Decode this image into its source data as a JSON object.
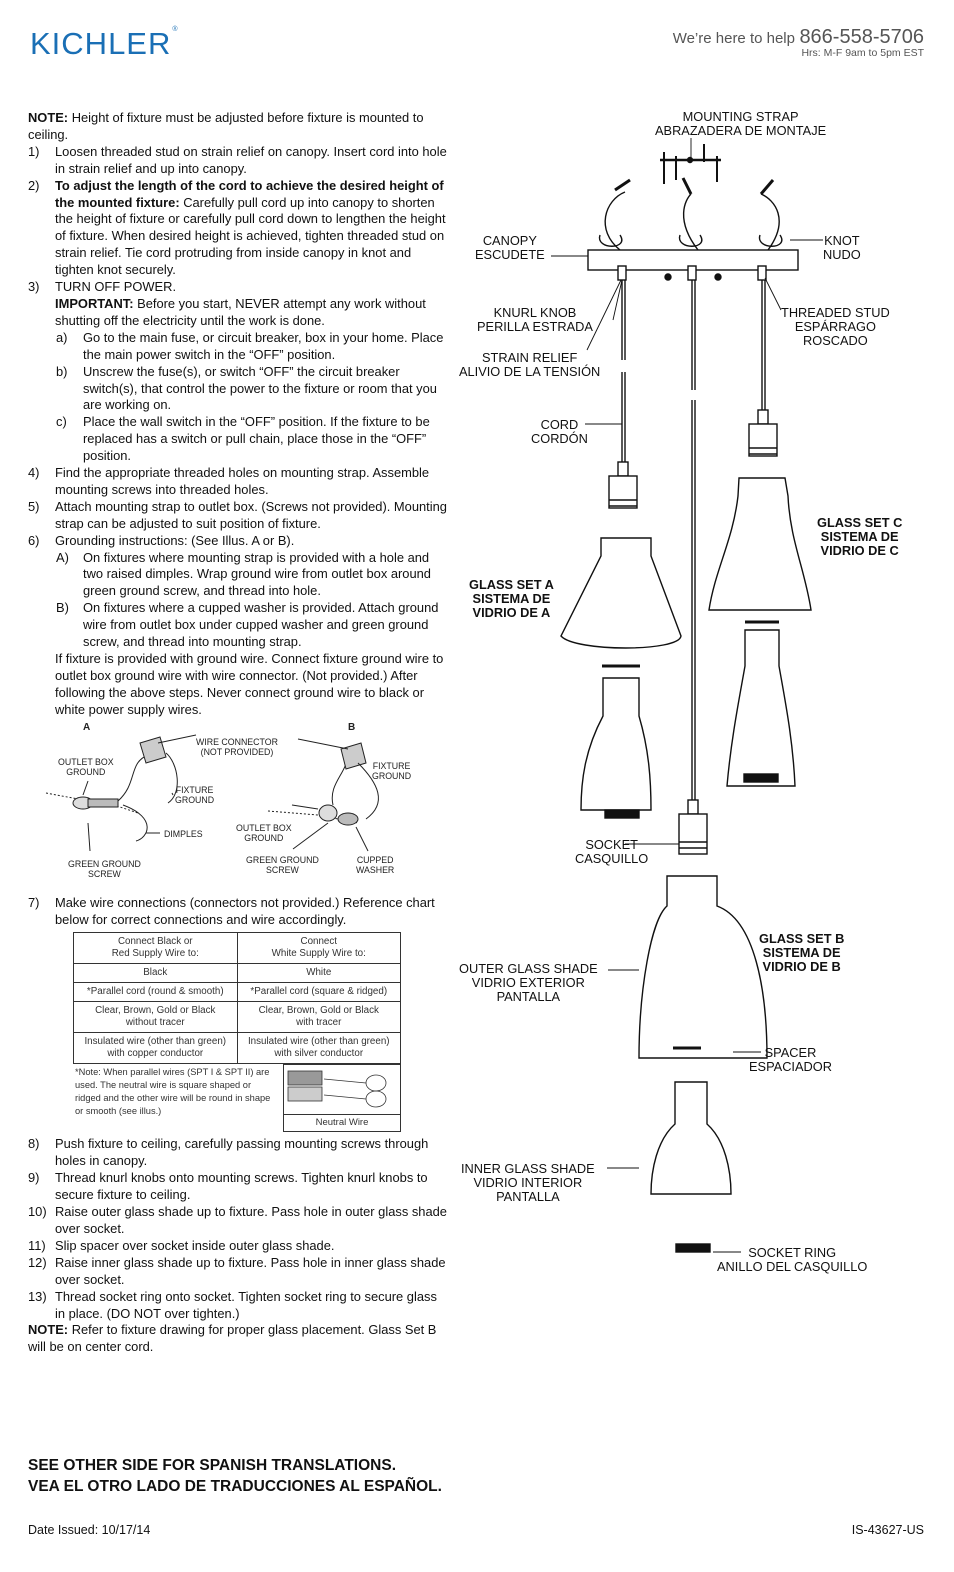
{
  "header": {
    "brand": "KICHLER",
    "brand_mark": "®",
    "help_text": "We’re here to help",
    "phone": "866-558-5706",
    "hours": "Hrs: M-F 9am to 5pm EST"
  },
  "instructions": {
    "note_intro_label": "NOTE:",
    "note_intro": " Height of fixture must be adjusted before fixture is mounted to ceiling.",
    "step1_num": "1)",
    "step1": "Loosen threaded stud on strain relief on canopy. Insert cord into hole in strain relief and up into canopy.",
    "step2_num": "2)",
    "step2_bold": "To adjust the length of the cord to achieve the desired height of the mounted fixture:",
    "step2": " Carefully pull cord up into canopy to shorten the height of fixture or carefully pull cord down to lengthen the height of fixture. When desired height is achieved, tighten threaded stud on strain relief. Tie cord protruding from inside canopy in knot and tighten knot securely.",
    "step3_num": "3)",
    "step3": "TURN OFF POWER.",
    "step3_important_label": "IMPORTANT:",
    "step3_important": " Before you start, NEVER attempt any work without shutting off the electricity until the work is done.",
    "step3a_num": "a)",
    "step3a": "Go to the main fuse, or circuit breaker, box in your home. Place the main power switch in the “OFF” position.",
    "step3b_num": "b)",
    "step3b": "Unscrew the fuse(s), or switch “OFF” the circuit breaker switch(s), that control the power to the fixture or room that you are working on.",
    "step3c_num": "c)",
    "step3c": "Place the wall switch in the “OFF” position. If the fixture to be replaced has a switch or pull chain, place those in the “OFF” position.",
    "step4_num": "4)",
    "step4": "Find the appropriate threaded holes on mounting strap. Assemble mounting screws into threaded holes.",
    "step5_num": "5)",
    "step5": "Attach mounting strap to outlet box. (Screws not provided). Mounting strap can be adjusted to suit position of fixture.",
    "step6_num": "6)",
    "step6": "Grounding instructions: (See Illus. A or B).",
    "step6a_num": "A)",
    "step6a": "On fixtures where mounting strap is provided with a hole and two raised dimples. Wrap ground wire from outlet box around green ground screw, and thread into hole.",
    "step6b_num": "B)",
    "step6b": "On fixtures where a cupped washer is provided. Attach ground wire from outlet box under cupped washer and green ground screw, and thread into mounting strap.",
    "step6_extra": "If fixture is provided with ground wire. Connect fixture ground wire to outlet box ground wire with wire connector. (Not provided.) After following the above steps. Never connect ground wire to black or white power supply wires.",
    "step7_num": "7)",
    "step7": "Make wire connections (connectors not provided.) Reference chart below for correct connections and wire accordingly.",
    "step8_num": "8)",
    "step8": "Push fixture to ceiling, carefully passing mounting screws through holes in canopy.",
    "step9_num": "9)",
    "step9": "Thread knurl knobs onto mounting screws. Tighten knurl knobs to secure fixture to ceiling.",
    "step10_num": "10)",
    "step10": "Raise outer glass shade up to fixture. Pass hole in outer glass shade over socket.",
    "step11_num": "11)",
    "step11": "Slip spacer over socket inside outer glass shade.",
    "step12_num": "12)",
    "step12": "Raise inner glass shade up to fixture. Pass hole in inner glass shade over socket.",
    "step13_num": "13)",
    "step13": "Thread socket ring onto socket. Tighten socket ring to secure glass in place. (DO NOT over tighten.)",
    "note_end_label": "NOTE:",
    "note_end": " Refer to fixture drawing for proper glass placement. Glass Set B will be on center cord."
  },
  "wiring_illus": {
    "label_a": "A",
    "label_b": "B",
    "wire_connector": "WIRE CONNECTOR\n(NOT PROVIDED)",
    "outlet_box_ground_a": "OUTLET BOX\nGROUND",
    "fixture_ground_a": "FIXTURE\nGROUND",
    "dimples": "DIMPLES",
    "green_ground_screw_a": "GREEN GROUND\nSCREW",
    "fixture_ground_b": "FIXTURE\nGROUND",
    "outlet_box_ground_b": "OUTLET BOX\nGROUND",
    "green_ground_screw_b": "GREEN GROUND\nSCREW",
    "cupped_washer": "CUPPED\nWASHER"
  },
  "wire_table": {
    "headers": [
      "Connect Black or\nRed Supply Wire to:",
      "Connect\nWhite Supply Wire to:"
    ],
    "rows": [
      [
        "Black",
        "White"
      ],
      [
        "*Parallel cord (round & smooth)",
        "*Parallel cord (square & ridged)"
      ],
      [
        "Clear, Brown, Gold or Black\nwithout tracer",
        "Clear, Brown, Gold or Black\nwith tracer"
      ],
      [
        "Insulated wire (other than green)\nwith copper conductor",
        "Insulated wire (other than green)\nwith silver conductor"
      ]
    ],
    "note": "*Note: When parallel wires (SPT I & SPT II) are used. The neutral wire is square shaped or ridged and the other wire will be round in shape or smooth (see illus.)",
    "neutral_wire": "Neutral Wire"
  },
  "diagram": {
    "mounting_strap": "MOUNTING STRAP\nABRAZADERA DE MONTAJE",
    "canopy": "CANOPY\nESCUDETE",
    "knot": "KNOT\nNUDO",
    "knurl_knob": "KNURL KNOB\nPERILLA ESTRADA",
    "threaded_stud": "THREADED STUD\nESPÁRRAGO\nROSCADO",
    "strain_relief": "STRAIN RELIEF\nALIVIO DE LA TENSIÓN",
    "cord": "CORD\nCORDÓN",
    "glass_set_c": "GLASS SET C\nSISTEMA DE\nVIDRIO DE C",
    "glass_set_a": "GLASS SET A\nSISTEMA DE\nVIDRIO DE A",
    "socket": "SOCKET\nCASQUILLO",
    "glass_set_b": "GLASS SET B\nSISTEMA DE\nVIDRIO DE B",
    "outer_glass_shade": "OUTER GLASS SHADE\nVIDRIO EXTERIOR\nPANTALLA",
    "spacer": "SPACER\nESPACIADOR",
    "inner_glass_shade": "INNER GLASS SHADE\nVIDRIO INTERIOR\nPANTALLA",
    "socket_ring": "SOCKET RING\nANILLO DEL CASQUILLO"
  },
  "footer": {
    "spanish_note_en": "SEE OTHER SIDE FOR SPANISH TRANSLATIONS.",
    "spanish_note_es": "VEA EL OTRO LADO DE TRADUCCIONES AL ESPAÑOL.",
    "date_issued": "Date Issued: 10/17/14",
    "doc_id": "IS-43627-US"
  }
}
